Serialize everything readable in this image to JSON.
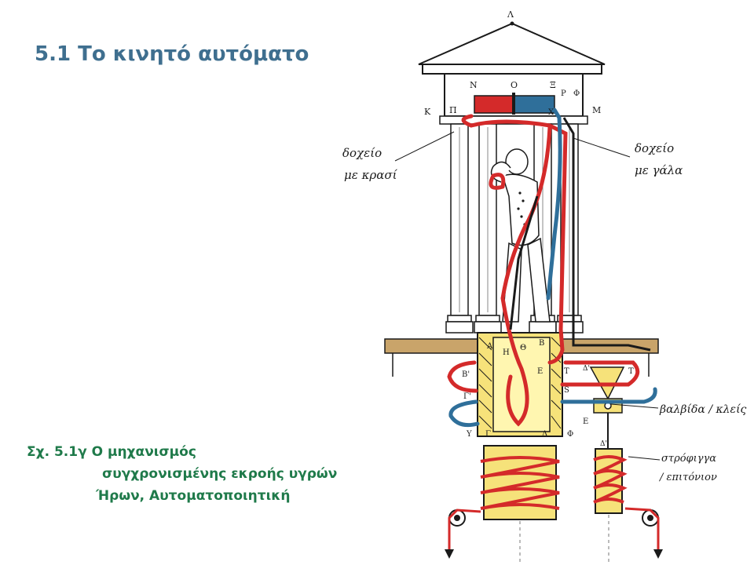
{
  "slide": {
    "title": "5.1 Το κινητό αυτόματο",
    "caption": {
      "line1": "Σχ. 5.1γ  Ο μηχανισμός",
      "line2": "συγχρονισμένης εκροής υγρών",
      "line3": "Ήρων, Αυτοματοποιητική"
    }
  },
  "diagram": {
    "annotations": {
      "wine_tank_1": "δοχείο",
      "wine_tank_2": "με κρασί",
      "milk_tank_1": "δοχείο",
      "milk_tank_2": "με γάλα",
      "valve": "βαλβίδα / κλείς",
      "hinge_1": "στρόφιγγα",
      "hinge_2": "/ επιτόνιον"
    },
    "letters": {
      "apex": "Λ",
      "n": "Ν",
      "o": "Ο",
      "xi": "Ξ",
      "rho": "Ρ",
      "phi_top": "Φ",
      "k": "Κ",
      "p": "Π",
      "m": "Μ",
      "chi": "Χ",
      "a": "Α",
      "h": "Η",
      "th": "Θ",
      "b": "Β",
      "e": "Ε",
      "t": "Τ",
      "d1": "Δ'",
      "t2": "Τ",
      "b1": "Β'",
      "g1": "Γ'",
      "s": "S",
      "y": "Υ",
      "g": "Γ",
      "d": "Δ",
      "f": "Φ",
      "e2": "Ε",
      "d2": "Δ'"
    },
    "colors": {
      "wine": "#d42a2a",
      "milk": "#2f6f9a",
      "yellow": "#f6e27a",
      "wood": "#c9a46a",
      "ink": "#1a1a1a"
    }
  }
}
